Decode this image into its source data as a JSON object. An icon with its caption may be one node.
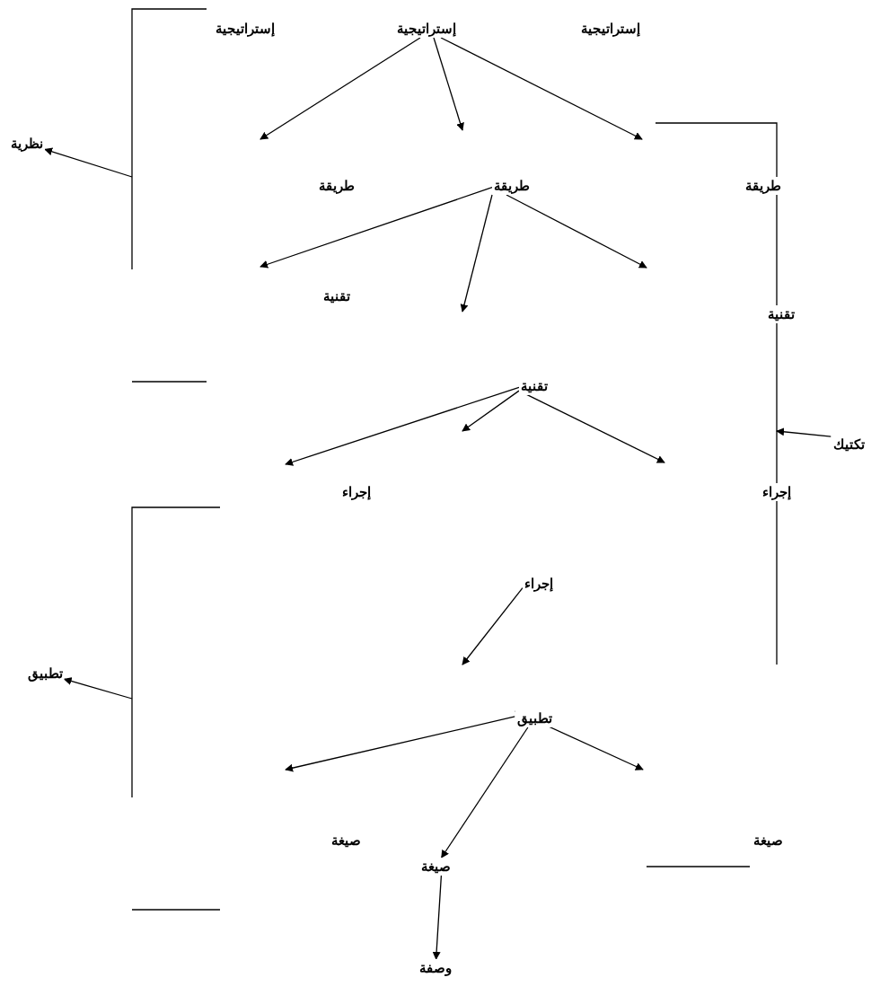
{
  "diagram": {
    "nodes": [
      {
        "text": [
          "إستراتيجية"
        ]
      },
      {
        "text": [
          "إستراتيجية"
        ]
      },
      {
        "text": [
          "إستراتيجية"
        ]
      },
      {
        "text": [
          "نظرية"
        ]
      },
      {
        "text": [
          "طريقة"
        ]
      },
      {
        "text": [
          "طريقة"
        ]
      },
      {
        "text": [
          "طريقة"
        ]
      },
      {
        "text": [
          "تقنية"
        ]
      },
      {
        "text": [
          "تقنية"
        ]
      },
      {
        "text": [
          "تقنية"
        ]
      },
      {
        "text": [
          "تكتيك"
        ]
      },
      {
        "text": [
          "إجراء"
        ]
      },
      {
        "text": [
          "إجراء"
        ]
      },
      {
        "text": [
          "إجراء"
        ]
      },
      {
        "text": [
          "تطبيق"
        ]
      },
      {
        "text": [
          "تطبيق"
        ]
      },
      {
        "text": [
          "صيغة"
        ]
      },
      {
        "text": [
          "صيغة"
        ]
      },
      {
        "text": [
          "صيغة"
        ]
      },
      {
        "text": [
          "وصفة"
        ]
      }
    ],
    "edges": [
      {
        "from": 1,
        "to": null,
        "arrow": "to"
      },
      {
        "from": 1,
        "to": null,
        "arrow": "to"
      },
      {
        "from": 1,
        "to": null,
        "arrow": "to"
      },
      {
        "from": 5,
        "to": null,
        "arrow": "to"
      },
      {
        "from": 5,
        "to": null,
        "arrow": "to"
      },
      {
        "from": 5,
        "to": null,
        "arrow": "to"
      },
      {
        "from": 9,
        "to": null,
        "arrow": "to"
      },
      {
        "from": 9,
        "to": null,
        "arrow": "to"
      },
      {
        "from": 9,
        "to": null,
        "arrow": "to"
      },
      {
        "from": 13,
        "to": null,
        "arrow": "to"
      },
      {
        "from": 15,
        "to": null,
        "arrow": "to"
      },
      {
        "from": 15,
        "to": 18,
        "arrow": "to"
      },
      {
        "from": 15,
        "to": null,
        "arrow": "to"
      },
      {
        "from": 18,
        "to": 19,
        "arrow": "to"
      },
      {
        "from": null,
        "to": 3,
        "arrow": "to"
      },
      {
        "from": null,
        "to": 14,
        "arrow": "to"
      },
      {
        "from": 10,
        "to": null,
        "arrow": "to"
      }
    ]
  }
}
